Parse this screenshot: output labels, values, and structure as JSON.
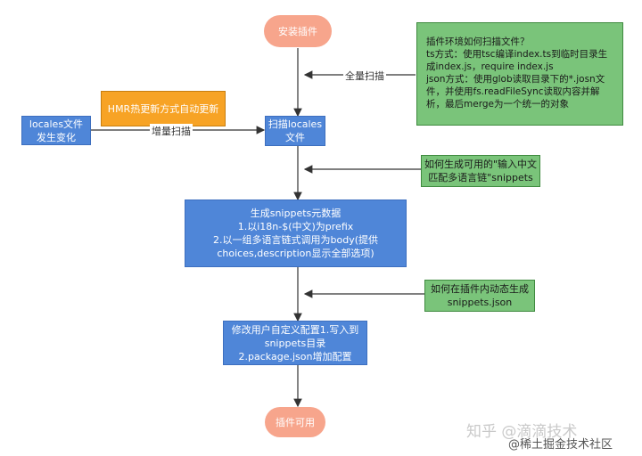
{
  "nodes": {
    "install": "安装插件",
    "scan_locales": "扫描locales\n文件",
    "locales_change": "locales文件\n发生变化",
    "hmr": "HMR热更新方式自动更新",
    "scan_method": "插件环境如何扫描文件？\nts方式：使用tsc编译index.ts到临时目录生成index.js，require index.js\njson方式：使用glob读取目录下的*.josn文件，并使用fs.readFileSync读取内容并解析，最后merge为一个统一的对象",
    "generate_snippets": "如何生成可用的\"输入中文\n匹配多语言链\"snippets",
    "snippets_meta": "生成snippets元数据\n1.以i18n-$(中文)为prefix\n2.以一组多语言链式调用为body(提供\nchoices,description显示全部选项)",
    "dynamic_gen": "如何在插件内动态生成\nsnippets.json",
    "modify_config": "修改用户自定义配置1.写入到\nsnippets目录\n2.package.json增加配置",
    "available": "插件可用"
  },
  "edges": {
    "full_scan": "全量扫描",
    "incr_scan": "增量扫描"
  },
  "watermark": {
    "main": "知乎 @滴滴技术",
    "sub": "@稀土掘金技术社区"
  }
}
